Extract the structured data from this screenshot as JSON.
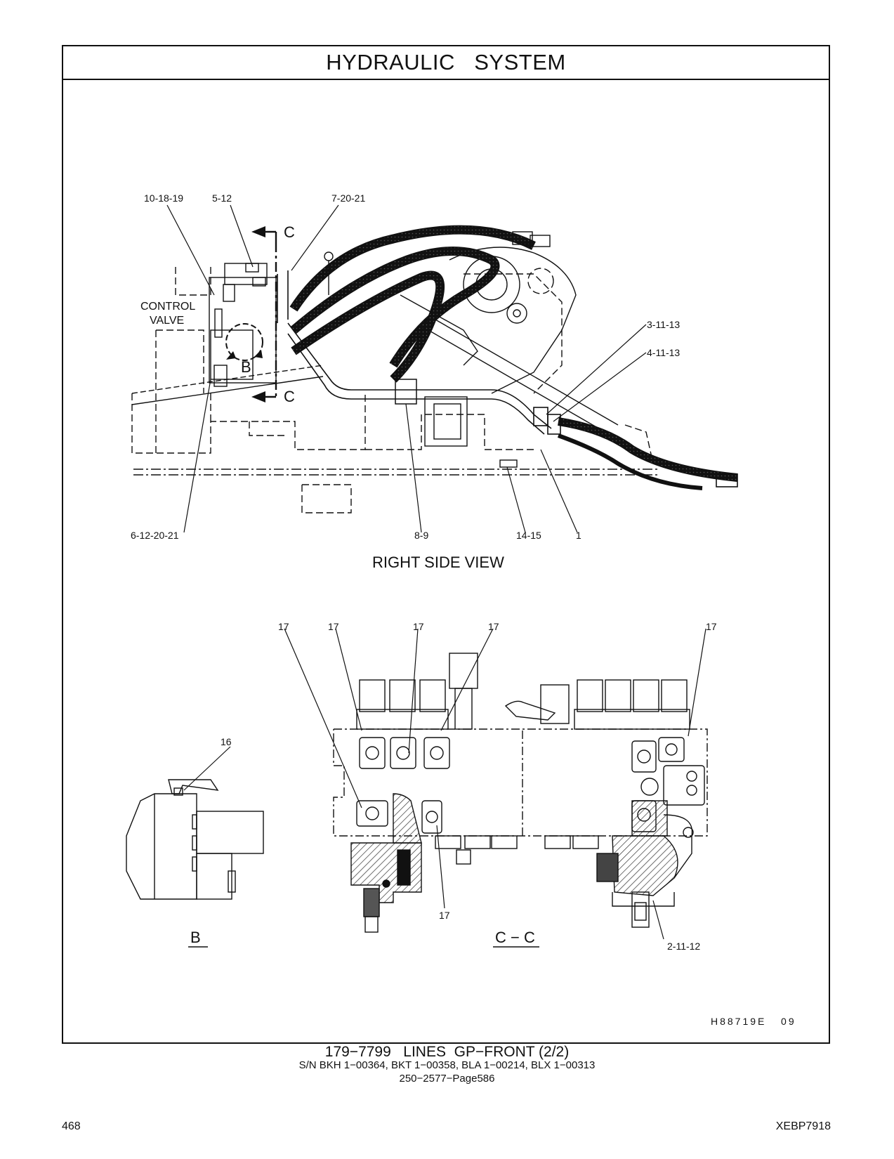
{
  "header": {
    "title": "HYDRAULIC   SYSTEM"
  },
  "right_side_view": {
    "view_label": "RIGHT SIDE VIEW",
    "callouts": [
      "10-18-19",
      "5-12",
      "7-20-21",
      "3-11-13",
      "4-11-13",
      "6-12-20-21",
      "8-9",
      "14-15",
      "1"
    ],
    "control_valve_line1": "CONTROL",
    "control_valve_line2": "VALVE",
    "section_c": "C",
    "detail_b": "B"
  },
  "view_b": {
    "label": "B",
    "callout": "16"
  },
  "view_cc": {
    "label": "C − C",
    "callouts_17": [
      "17",
      "17",
      "17",
      "17",
      "17",
      "17"
    ],
    "callout_2": "2-11-12"
  },
  "illustration_id": "H88719E   09",
  "footer": {
    "title": "179−7799   LINES  GP−FRONT (2/2)",
    "serial_numbers": "S/N BKH 1−00364, BKT 1−00358, BLA 1−00214, BLX 1−00313",
    "page_ref": "250−2577−Page586",
    "page_number": "468",
    "document_id": "XEBP7918"
  }
}
